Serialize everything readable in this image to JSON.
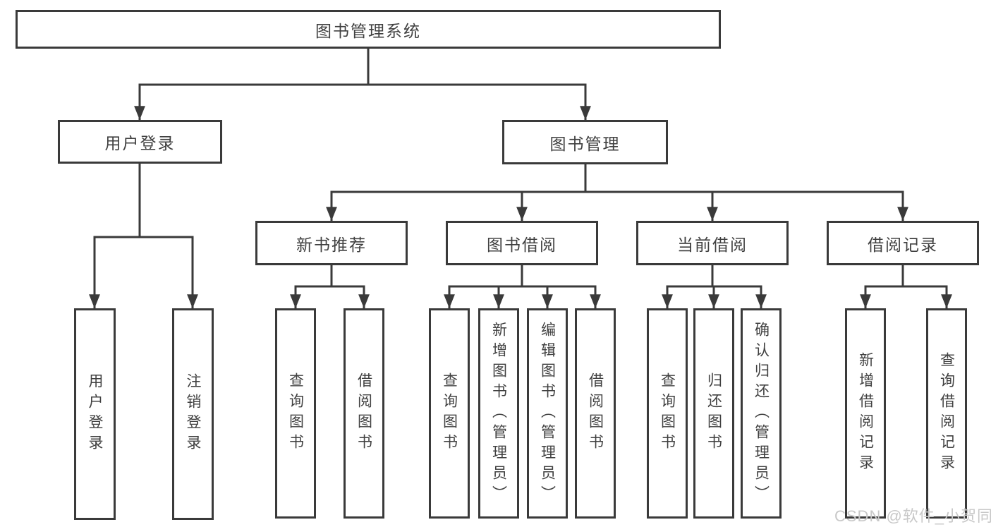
{
  "diagram": {
    "tree": {
      "root": "图书管理系统",
      "children": [
        {
          "label": "用户登录",
          "children": [
            {
              "label": "用户登录"
            },
            {
              "label": "注销登录"
            }
          ]
        },
        {
          "label": "图书管理",
          "children": [
            {
              "label": "新书推荐",
              "children": [
                {
                  "label": "查询图书"
                },
                {
                  "label": "借阅图书"
                }
              ]
            },
            {
              "label": "图书借阅",
              "children": [
                {
                  "label": "查询图书"
                },
                {
                  "label": "新增图书（管理员）"
                },
                {
                  "label": "编辑图书（管理员）"
                },
                {
                  "label": "借阅图书"
                }
              ]
            },
            {
              "label": "当前借阅",
              "children": [
                {
                  "label": "查询图书"
                },
                {
                  "label": "归还图书"
                },
                {
                  "label": "确认归还（管理员）"
                }
              ]
            },
            {
              "label": "借阅记录",
              "children": [
                {
                  "label": "新增借阅记录"
                },
                {
                  "label": "查询借阅记录"
                }
              ]
            }
          ]
        }
      ]
    },
    "colors": {
      "box_border": "#3a3a3a",
      "connector_line": "#3a3a3a",
      "text": "#404040",
      "background": "#ffffff",
      "watermark": "#c8c8c8"
    }
  },
  "watermark": {
    "text": "CSDN @软件_小贺同学"
  }
}
